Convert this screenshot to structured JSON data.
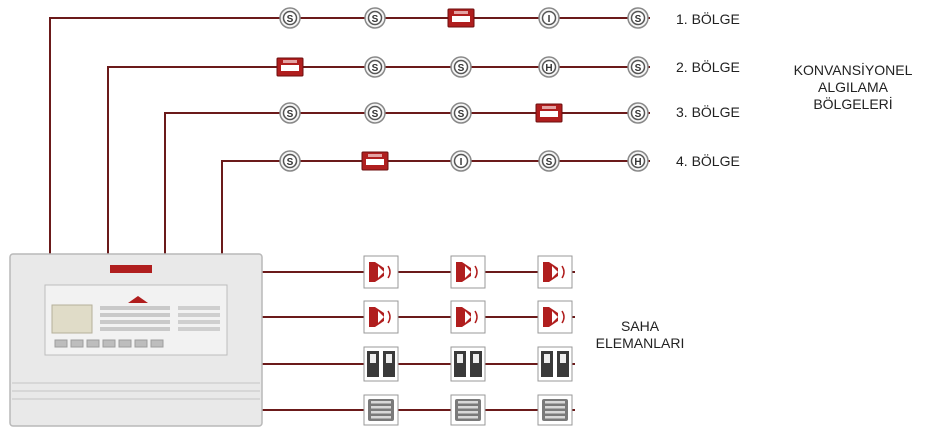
{
  "colors": {
    "wire": "#6b1a1a",
    "device_red": "#b01e1e",
    "panel_body": "#e9e9e9",
    "panel_border": "#b9b9b9",
    "text": "#222222"
  },
  "zones": [
    {
      "label": "1. BÖLGE",
      "devices": [
        "S",
        "S",
        "P",
        "I",
        "S"
      ]
    },
    {
      "label": "2. BÖLGE",
      "devices": [
        "P",
        "S",
        "S",
        "H",
        "S"
      ]
    },
    {
      "label": "3. BÖLGE",
      "devices": [
        "S",
        "S",
        "S",
        "P",
        "S"
      ]
    },
    {
      "label": "4. BÖLGE",
      "devices": [
        "S",
        "P",
        "I",
        "S",
        "H"
      ]
    }
  ],
  "zones_group_label": [
    "KONVANSİYONEL",
    "ALGILAMA",
    "BÖLGELERİ"
  ],
  "field_lines": [
    {
      "devices": [
        "siren",
        "siren",
        "siren"
      ]
    },
    {
      "devices": [
        "siren",
        "siren",
        "siren"
      ]
    },
    {
      "devices": [
        "module",
        "module",
        "module"
      ]
    },
    {
      "devices": [
        "relay",
        "relay",
        "relay"
      ]
    }
  ],
  "field_group_label": [
    "SAHA",
    "ELEMANLARI"
  ],
  "device_icons": {
    "S": "smoke-detector-icon",
    "I": "ionization-detector-icon",
    "H": "heat-detector-icon",
    "P": "manual-call-point-icon",
    "siren": "siren-icon",
    "module": "io-module-icon",
    "relay": "relay-module-icon"
  }
}
